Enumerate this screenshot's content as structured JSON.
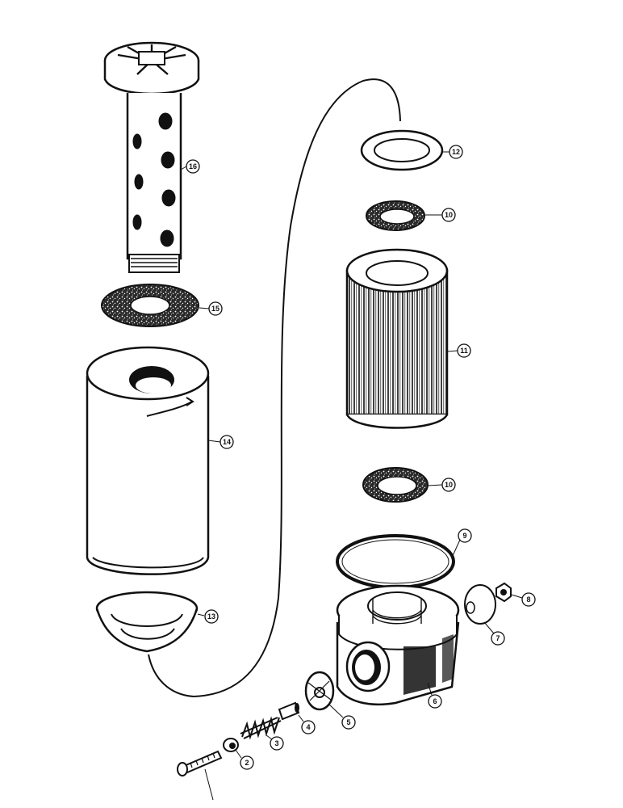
{
  "callouts": [
    {
      "id": "c2",
      "label": "2"
    },
    {
      "id": "c3",
      "label": "3"
    },
    {
      "id": "c4",
      "label": "4"
    },
    {
      "id": "c5",
      "label": "5"
    },
    {
      "id": "c6",
      "label": "6"
    },
    {
      "id": "c7",
      "label": "7"
    },
    {
      "id": "c8",
      "label": "8"
    },
    {
      "id": "c9",
      "label": "9"
    },
    {
      "id": "c10a",
      "label": "10"
    },
    {
      "id": "c10b",
      "label": "10"
    },
    {
      "id": "c11",
      "label": "11"
    },
    {
      "id": "c12",
      "label": "12"
    },
    {
      "id": "c13",
      "label": "13"
    },
    {
      "id": "c14",
      "label": "14"
    },
    {
      "id": "c15",
      "label": "15"
    },
    {
      "id": "c16",
      "label": "16"
    }
  ]
}
